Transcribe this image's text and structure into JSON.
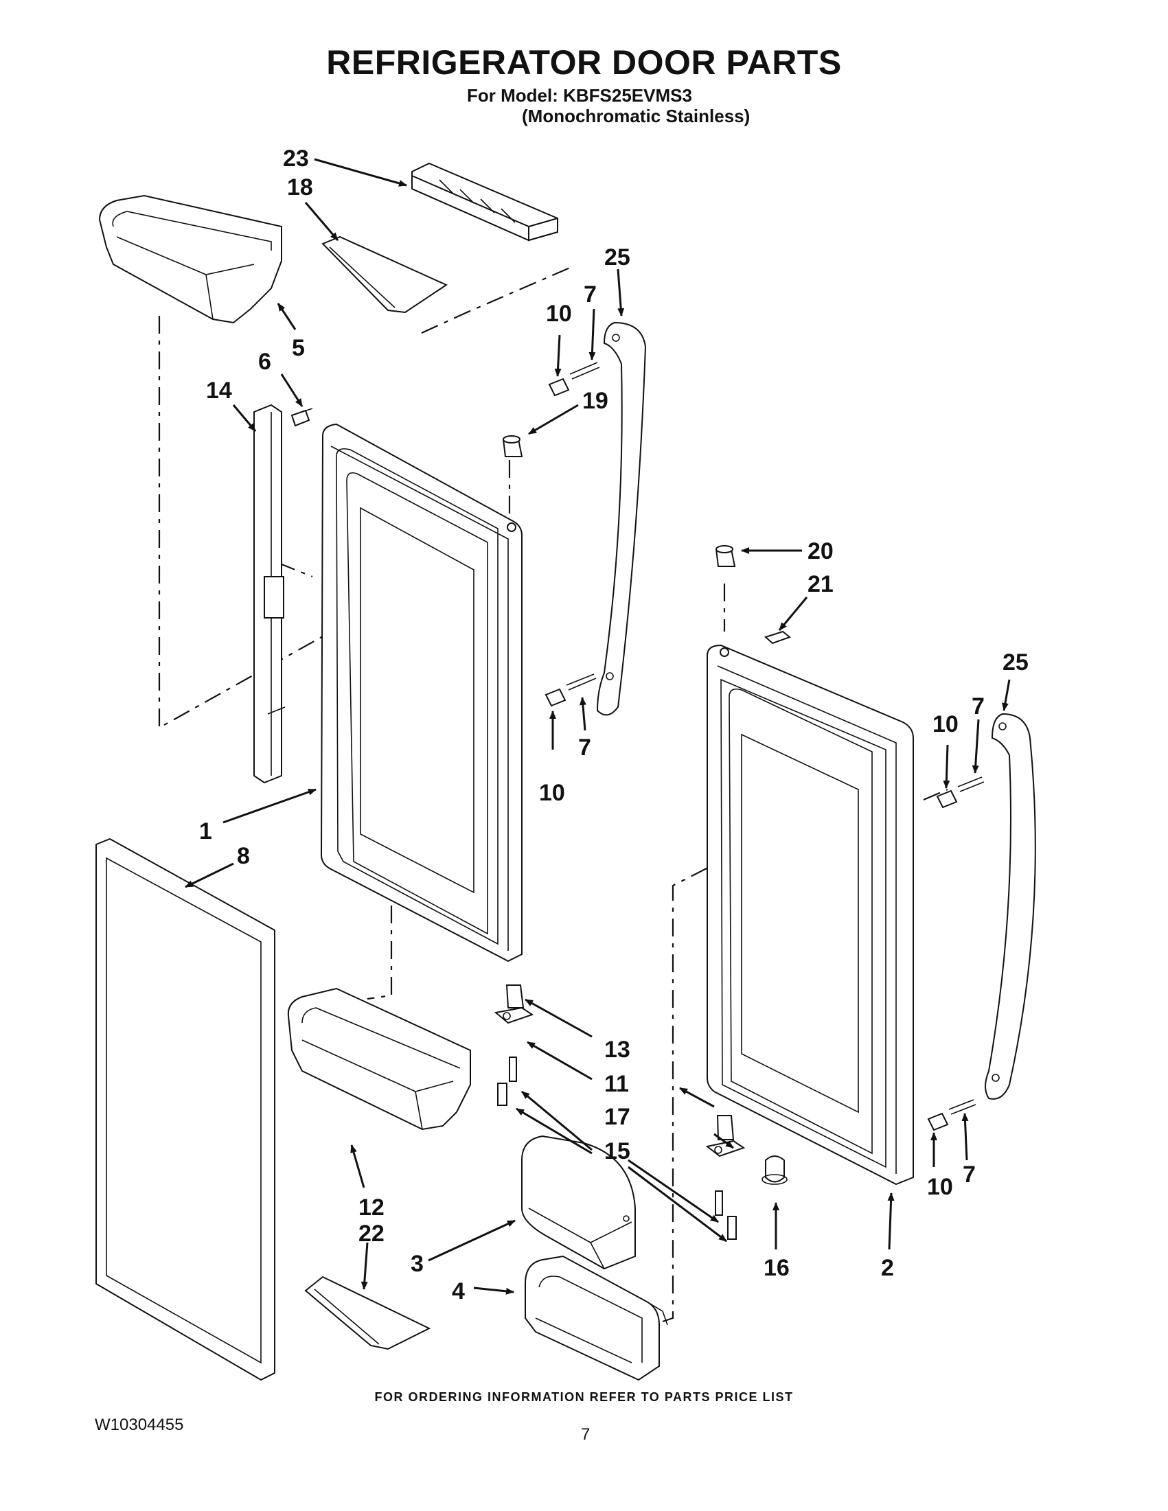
{
  "header": {
    "title": "REFRIGERATOR DOOR PARTS",
    "model_line": "For Model: KBFS25EVMS3",
    "variant_line": "(Monochromatic Stainless)"
  },
  "callouts": [
    "23",
    "18",
    "5",
    "25",
    "10",
    "7",
    "19",
    "6",
    "14",
    "20",
    "21",
    "25",
    "10",
    "7",
    "10",
    "7",
    "1",
    "8",
    "13",
    "11",
    "17",
    "15",
    "12",
    "22",
    "3",
    "4",
    "16",
    "2",
    "10",
    "7"
  ],
  "footer": {
    "ordering_note": "FOR ORDERING INFORMATION REFER TO PARTS PRICE LIST",
    "doc_number": "W10304455",
    "page_number": "7"
  }
}
